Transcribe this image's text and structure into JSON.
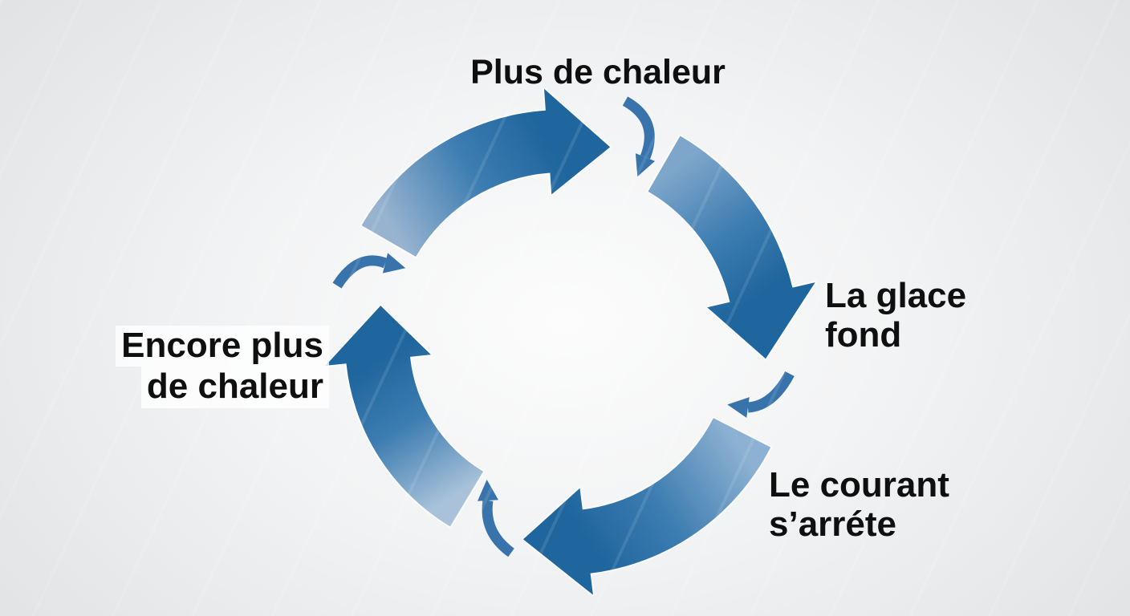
{
  "diagram": {
    "type": "cycle",
    "direction": "clockwise",
    "nodes": [
      {
        "id": "plus-de-chaleur",
        "position": "top",
        "lines": [
          "Plus de chaleur"
        ]
      },
      {
        "id": "la-glace-fond",
        "position": "right",
        "lines": [
          "La glace",
          "fond"
        ]
      },
      {
        "id": "le-courant-sarrete",
        "position": "bottom-right",
        "lines": [
          "Le courant",
          "s’arréte"
        ]
      },
      {
        "id": "encore-plus-de-chaleur",
        "position": "left",
        "lines": [
          "Encore plus",
          "de chaleur"
        ]
      }
    ],
    "colors": {
      "arrow_dark": "#1f669e",
      "arrow_mid": "#3d7db1",
      "tail_top": "#98b3d0",
      "tail_right": "#7ea6cb",
      "tail_bottom": "#8db1d2",
      "tail_left": "#a9c2da",
      "small_arrow": "#3874ab",
      "text": "#0f0f0f",
      "label_highlight": "rgba(255,255,255,0.78)",
      "background_center": "#fcfcfc",
      "background_mid": "#f2f3f4",
      "background_edge": "#e1e2e4",
      "halo": "rgba(255,255,255,0.6)"
    }
  }
}
